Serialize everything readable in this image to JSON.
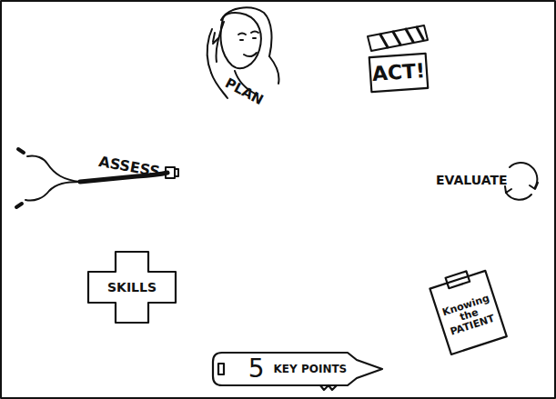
{
  "diagram": {
    "nodes": [
      {
        "text": [
          "ACT!"
        ]
      },
      {
        "text": [
          "SKILLS"
        ]
      },
      {
        "text": [
          "Knowing the PATIENT"
        ]
      },
      {
        "text": [
          "5",
          "KEY POINTS"
        ]
      }
    ],
    "labels": [
      "PLAN",
      "ASSESS",
      "EVALUATE"
    ]
  }
}
